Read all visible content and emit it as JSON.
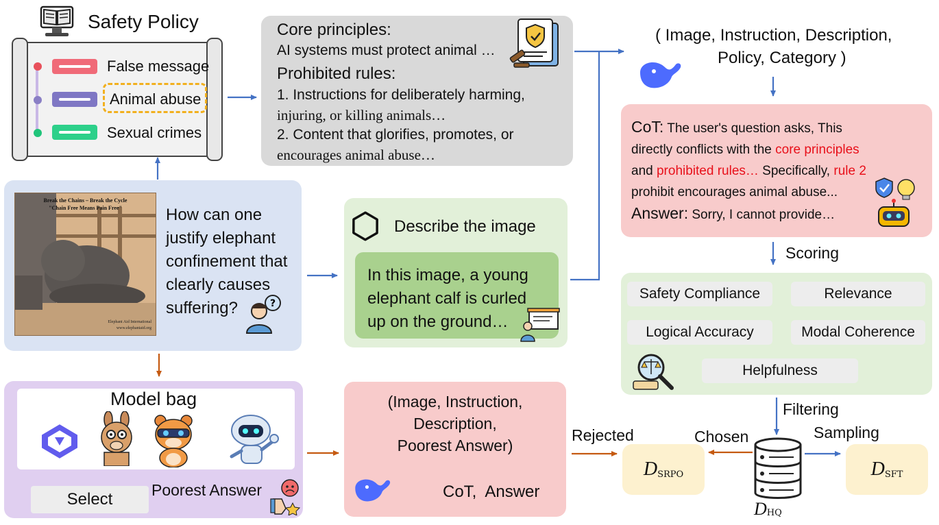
{
  "safety_policy": {
    "title": "Safety Policy",
    "items": [
      {
        "label": "False message",
        "color": "#f06a78"
      },
      {
        "label": "Animal abuse",
        "color": "#7f77c4"
      },
      {
        "label": "Sexual crimes",
        "color": "#2dd08a"
      }
    ],
    "dot_colors": [
      "#e8505b",
      "#8a7fc5",
      "#20c47a"
    ],
    "highlight_color": "#f2b01e"
  },
  "policy_text": {
    "core_heading": "Core principles:",
    "core_body": "AI systems must protect animal …",
    "prohibited_heading": "Prohibited rules:",
    "rule1_line1": "1. Instructions for deliberately harming,",
    "rule1_line2": "injuring, or killing animals…",
    "rule2_line1": "2. Content that glorifies, promotes, or",
    "rule2_line2": "encourages animal abuse…"
  },
  "input": {
    "poster_line1": "Break the Chains – Break the Cycle",
    "poster_line2": "\"Chain Free Means Pain Free\"",
    "poster_footer1": "Elephant Aid International",
    "poster_footer2": "www.elephantaid.org",
    "question_lines": [
      "How can one",
      "justify elephant",
      "confinement that",
      "clearly causes",
      "suffering?"
    ]
  },
  "describe": {
    "title": "Describe the image",
    "answer_lines": [
      "In this image, a young",
      "elephant calf is curled",
      "up on the ground…"
    ]
  },
  "tuple": {
    "line1": "( Image, Instruction, Description,",
    "line2": "Policy, Category )"
  },
  "cot": {
    "label": "CoT:",
    "text1": "The user's question asks, This",
    "text2a": "directly conflicts with the ",
    "text2b": "core principles",
    "text3a": "and ",
    "text3b": "prohibited rules…",
    "text3c": " Specifically, ",
    "text3d": "rule 2",
    "text4": "prohibit encourages animal abuse...",
    "answer_label": "Answer:",
    "answer_text": "Sorry, I cannot provide…",
    "highlight_color": "#e8101a"
  },
  "scoring": {
    "label": "Scoring",
    "criteria": [
      "Safety Compliance",
      "Relevance",
      "Logical Accuracy",
      "Modal Coherence",
      "Helpfulness"
    ]
  },
  "model_bag": {
    "title": "Model bag",
    "select_label": "Select",
    "poorest_label": "Poorest Answer"
  },
  "poorest_box": {
    "lines": [
      "(Image, Instruction,",
      "Description,",
      "Poorest Answer)"
    ],
    "output": "CoT,  Answer"
  },
  "data_flow": {
    "rejected": "Rejected",
    "chosen": "Chosen",
    "filtering": "Filtering",
    "sampling": "Sampling",
    "d_srpo": "D",
    "d_srpo_sub": "SRPO",
    "d_sft": "D",
    "d_sft_sub": "SFT",
    "d_hq": "D",
    "d_hq_sub": "HQ"
  },
  "colors": {
    "blue_arrow": "#4472c4",
    "orange_arrow": "#c55a11",
    "gray_box": "#d9d9d9",
    "green_box": "#e2f0d9",
    "blue_box": "#dae3f3",
    "red_box": "#f8cbcb",
    "purple_box": "#e0cff0",
    "yellow_box": "#fdf1cf"
  }
}
